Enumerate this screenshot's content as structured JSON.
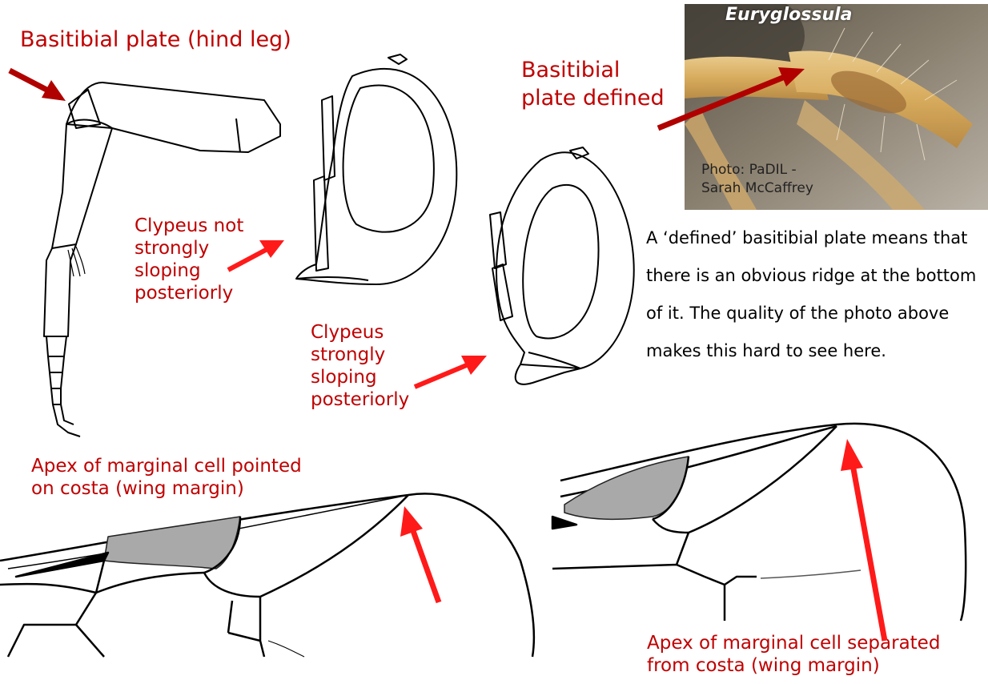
{
  "labels": {
    "basitibial_hind_leg": "Basitibial plate (hind leg)",
    "clypeus_not": [
      "Clypeus not",
      "strongly",
      "sloping",
      "posteriorly"
    ],
    "clypeus_strong": [
      "Clypeus",
      "strongly",
      "sloping",
      "posteriorly"
    ],
    "basitibial_defined": [
      "Basitibial",
      "plate defined"
    ],
    "apex_pointed": [
      "Apex of marginal cell pointed",
      "on costa (wing margin)"
    ],
    "apex_separated": [
      "Apex of marginal cell separated",
      "from costa (wing margin)"
    ]
  },
  "photo": {
    "title": "Euryglossula",
    "credit": [
      "Photo: PaDIL -",
      "Sarah McCaffrey"
    ]
  },
  "description": "A ‘defined’ basitibial plate means that there is an obvious ridge at the bottom of it. The quality of the photo above makes this hard to see here.",
  "colors": {
    "label_red": "#c00000",
    "arrow_red": "#ff1a1a",
    "arrow_dark": "#b00000",
    "cell_fill": "#a9a9a9",
    "line": "#000000"
  }
}
